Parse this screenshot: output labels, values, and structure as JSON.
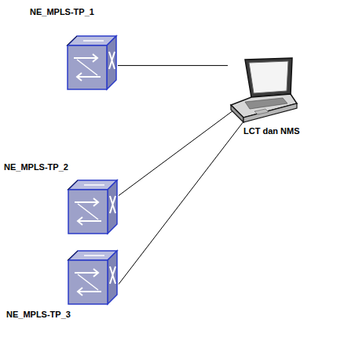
{
  "diagram": {
    "nodes": [
      {
        "text": [
          "NE_MPLS-TP_1"
        ]
      },
      {
        "text": [
          "NE_MPLS-TP_2"
        ]
      },
      {
        "text": [
          "NE_MPLS-TP_3"
        ]
      },
      {
        "text": [
          "LCT dan NMS"
        ]
      }
    ],
    "edges": [
      {
        "from": 0,
        "to": 3,
        "arrow": "none"
      },
      {
        "from": 1,
        "to": 3,
        "arrow": "none"
      },
      {
        "from": 2,
        "to": 3,
        "arrow": "none"
      }
    ]
  }
}
